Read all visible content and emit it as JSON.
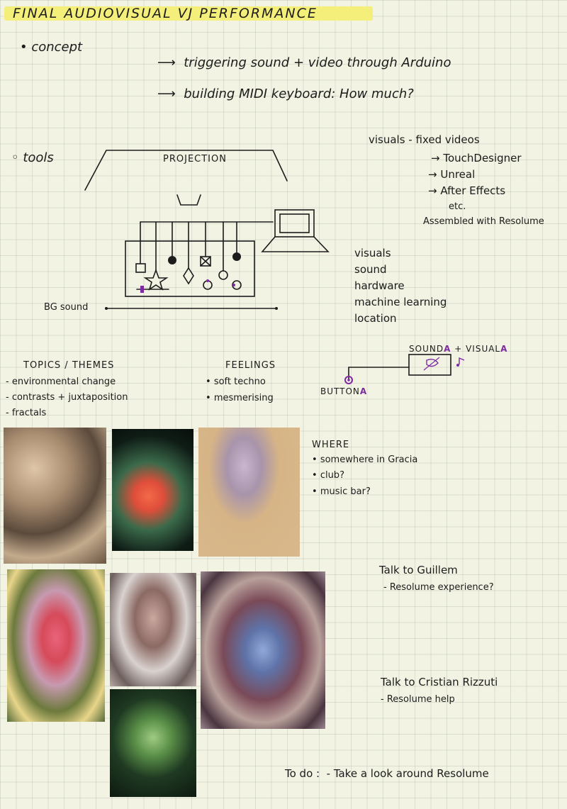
{
  "title": "FINAL  AUDIOVISUAL  VJ  PERFORMANCE",
  "concept": {
    "label": "concept",
    "items": [
      "triggering sound + video through Arduino",
      "building MIDI keyboard: How much?"
    ]
  },
  "tools": {
    "label": "tools",
    "projection_label": "PROJECTION",
    "bg_sound_label": "BG sound",
    "visuals_label": "visuals - fixed videos",
    "visual_tools": [
      "TouchDesigner",
      "Unreal",
      "After Effects"
    ],
    "etc": "etc.",
    "assembled": "Assembled with Resolume",
    "categories": [
      "visuals",
      "sound",
      "hardware",
      "machine learning",
      "location"
    ]
  },
  "mapping": {
    "sound": "SOUND",
    "plus": "+",
    "visual": "VISUAL",
    "letter": "A",
    "button": "BUTTON"
  },
  "topics": {
    "heading": "TOPICS / THEMES",
    "items": [
      "environmental change",
      "contrasts + juxtaposition",
      "fractals"
    ]
  },
  "feelings": {
    "heading": "FEELINGS",
    "items": [
      "soft techno",
      "mesmerising"
    ]
  },
  "where": {
    "heading": "WHERE",
    "items": [
      "somewhere in Gracia",
      "club?",
      "music bar?"
    ]
  },
  "talk1": {
    "title": "Talk to Guillem",
    "item": "Resolume experience?"
  },
  "talk2": {
    "title": "Talk to Cristian Rizzuti",
    "item": "Resolume help"
  },
  "todo": {
    "label": "To do :",
    "item": "Take a look around Resolume"
  }
}
